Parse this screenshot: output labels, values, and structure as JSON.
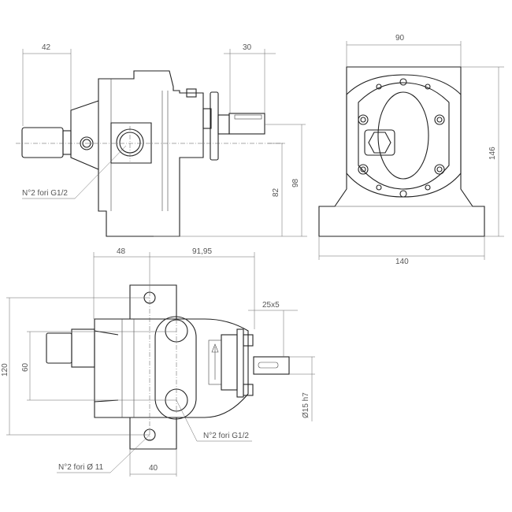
{
  "side_view": {
    "dims": {
      "shaft_left": "42",
      "shaft_right": "30",
      "height_axis_low": "82",
      "height_axis_high": "98"
    },
    "callout": "N°2 fori G1/2"
  },
  "front_view": {
    "dims": {
      "width_top": "90",
      "height": "146",
      "base_width": "140"
    }
  },
  "top_view": {
    "dims": {
      "left": "48",
      "right": "91,95",
      "overall": "120",
      "ports": "60",
      "key": "25x5",
      "shaft_dia": "Ø15 h7",
      "foot": "40"
    },
    "callout_ports": "N°2 fori G1/2",
    "callout_holes": "N°2 fori Ø 11"
  }
}
